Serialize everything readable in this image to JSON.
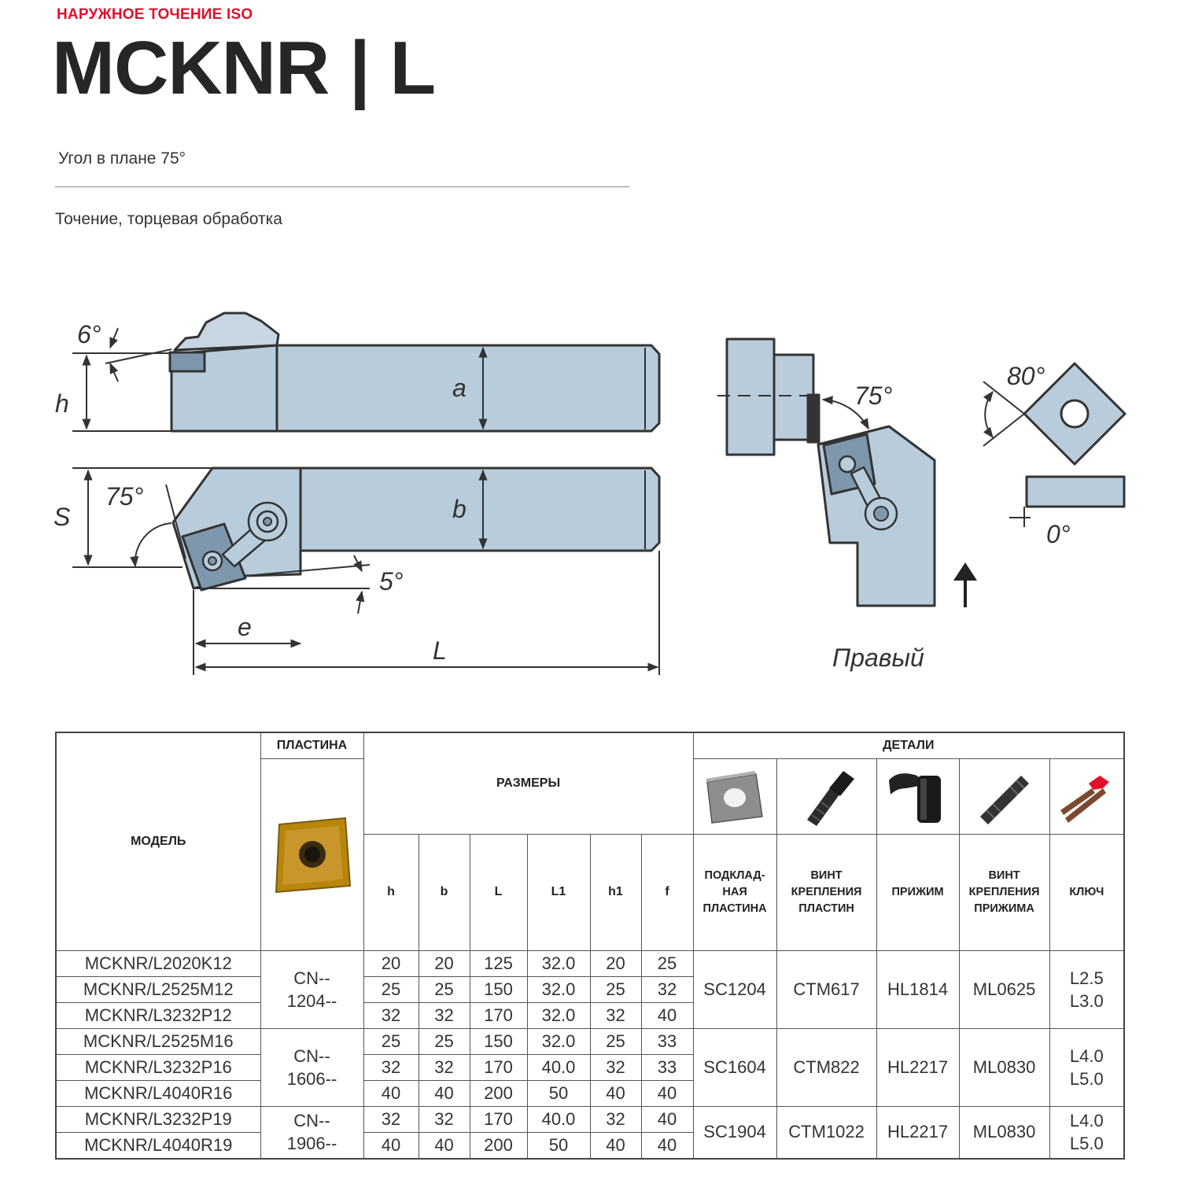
{
  "header": {
    "category": "НАРУЖНОЕ ТОЧЕНИЕ ISO",
    "title": "MCKNR | L",
    "subtitle": "Угол в плане 75°",
    "application": "Точение, торцевая обработка"
  },
  "drawing": {
    "angle_clearance": "6°",
    "label_h": "h",
    "label_a": "a",
    "label_s": "S",
    "angle_approach": "75°",
    "label_b": "b",
    "angle_side": "5°",
    "label_e": "e",
    "label_L": "L",
    "view_angle": "75°",
    "insert_angle": "80°",
    "insert_relief": "0°",
    "hand_caption": "Правый"
  },
  "table": {
    "headers": {
      "model": "МОДЕЛЬ",
      "insert": "ПЛАСТИНА",
      "dimensions": "РАЗМЕРЫ",
      "parts": "ДЕТАЛИ",
      "dim_cols": [
        "h",
        "b",
        "L",
        "L1",
        "h1",
        "f"
      ],
      "part_cols": [
        "ПОДКЛАД-\nНАЯ\nПЛАСТИНА",
        "ВИНТ\nКРЕПЛЕНИЯ\nПЛАСТИН",
        "ПРИЖИМ",
        "ВИНТ\nКРЕПЛЕНИЯ\nПРИЖИМА",
        "КЛЮЧ"
      ]
    },
    "part_icons": [
      "shim-icon",
      "insert-screw-icon",
      "clamp-icon",
      "clamp-screw-icon",
      "key-icon"
    ],
    "groups": [
      {
        "insert": "CN--\n1204--",
        "shim": "SC1204",
        "screw": "CTM617",
        "clamp": "HL1814",
        "clamp_screw": "ML0625",
        "key": "L2.5\nL3.0",
        "rows": [
          {
            "model": "MCKNR/L2020K12",
            "h": "20",
            "b": "20",
            "L": "125",
            "L1": "32.0",
            "h1": "20",
            "f": "25"
          },
          {
            "model": "MCKNR/L2525M12",
            "h": "25",
            "b": "25",
            "L": "150",
            "L1": "32.0",
            "h1": "25",
            "f": "32"
          },
          {
            "model": "MCKNR/L3232P12",
            "h": "32",
            "b": "32",
            "L": "170",
            "L1": "32.0",
            "h1": "32",
            "f": "40"
          }
        ]
      },
      {
        "insert": "CN--\n1606--",
        "shim": "SC1604",
        "screw": "CTM822",
        "clamp": "HL2217",
        "clamp_screw": "ML0830",
        "key": "L4.0\nL5.0",
        "rows": [
          {
            "model": "MCKNR/L2525M16",
            "h": "25",
            "b": "25",
            "L": "150",
            "L1": "32.0",
            "h1": "25",
            "f": "33"
          },
          {
            "model": "MCKNR/L3232P16",
            "h": "32",
            "b": "32",
            "L": "170",
            "L1": "40.0",
            "h1": "32",
            "f": "33"
          },
          {
            "model": "MCKNR/L4040R16",
            "h": "40",
            "b": "40",
            "L": "200",
            "L1": "50",
            "h1": "40",
            "f": "40"
          }
        ]
      },
      {
        "insert": "CN--\n1906--",
        "shim": "SC1904",
        "screw": "CTM1022",
        "clamp": "HL2217",
        "clamp_screw": "ML0830",
        "key": "L4.0\nL5.0",
        "rows": [
          {
            "model": "MCKNR/L3232P19",
            "h": "32",
            "b": "32",
            "L": "170",
            "L1": "40.0",
            "h1": "32",
            "f": "40"
          },
          {
            "model": "MCKNR/L4040R19",
            "h": "40",
            "b": "40",
            "L": "200",
            "L1": "50",
            "h1": "40",
            "f": "40"
          }
        ]
      }
    ]
  },
  "colors": {
    "accent": "#e0102a",
    "tool_fill": "#b8ccdb",
    "insert_fill": "#7e97ac",
    "insert_gold": "#b8860b"
  }
}
